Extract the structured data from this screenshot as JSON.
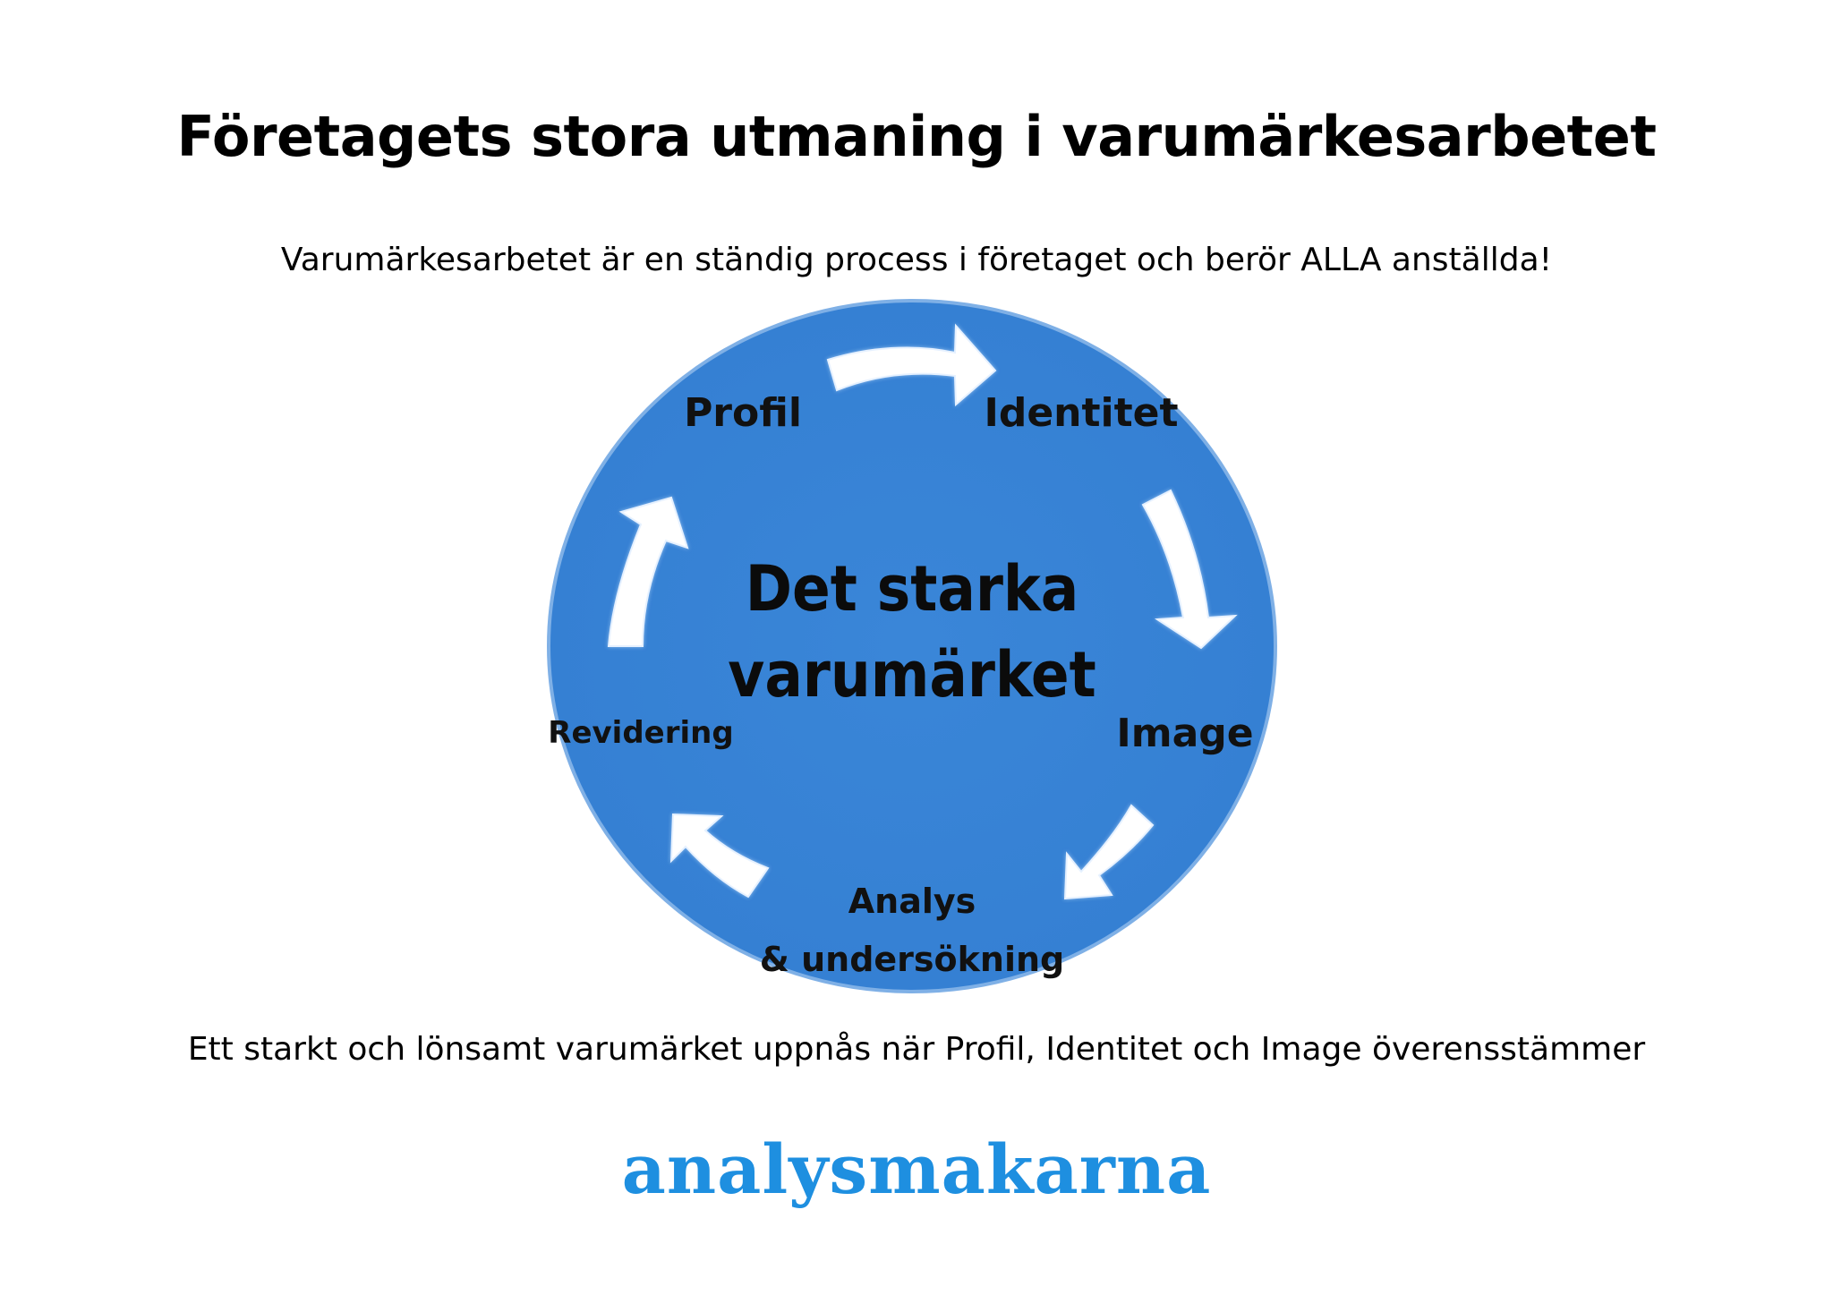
{
  "title": "Företagets stora utmaning i varumärkesarbetet",
  "subtitle": "Varumärkesarbetet är en ständig process i företaget och berör ALLA anställda!",
  "diagram": {
    "center_line1": "Det starka",
    "center_line2": "varumärket",
    "nodes": {
      "profil": "Profil",
      "identitet": "Identitet",
      "image": "Image",
      "analys_line1": "Analys",
      "analys_line2": "& undersökning",
      "revidering": "Revidering"
    },
    "circle_color": "#3a86d6",
    "arrow_color": "#ffffff"
  },
  "footer_text": "Ett starkt och lönsamt varumärket uppnås när Profil, Identitet och Image överensstämmer",
  "logo_text": "analysmakarna",
  "logo_color": "#1e8fe0"
}
